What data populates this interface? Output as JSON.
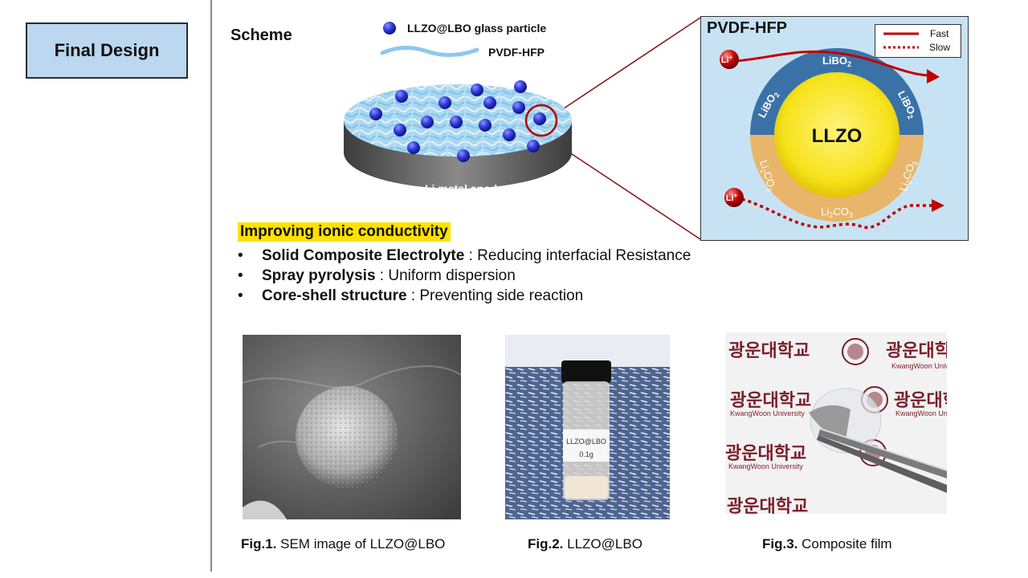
{
  "header": {
    "title": "Final Design"
  },
  "scheme": {
    "label": "Scheme",
    "legend_particle": "LLZO@LBO glass particle",
    "legend_polymer": "PVDF-HFP",
    "anode_label": "Li metal anode"
  },
  "panel": {
    "title": "PVDF-HFP",
    "legend_fast": "Fast",
    "legend_slow": "Slow",
    "core": "LLZO",
    "li_ion": "Li",
    "li_charge": "+",
    "shell_labels": {
      "libo2_base": "LiBO",
      "libo2_sub": "2",
      "li2co3_a": "Li",
      "li2co3_b": "2",
      "li2co3_c": "CO",
      "li2co3_d": "3"
    },
    "colors": {
      "fast": "#c00000",
      "slow": "#c00000",
      "shell_blue": "#3a72a8",
      "shell_orange": "#e8b56a",
      "core": "#f7e81a"
    }
  },
  "highlight": "Improving ionic conductivity",
  "bullets": [
    {
      "bold": "Solid Composite Electrolyte",
      "rest": " : Reducing interfacial Resistance"
    },
    {
      "bold": "Spray pyrolysis",
      "rest": " : Uniform dispersion"
    },
    {
      "bold": "Core-shell structure",
      "rest": " : Preventing side reaction"
    }
  ],
  "bullet_symbol": "•",
  "photo_text": {
    "vial_label_1": "LLZO@LBO",
    "vial_label_2": "0.1g",
    "uni_korean": "광운대학교",
    "uni_english": "KwangWoon University"
  },
  "figures": [
    {
      "bold": "Fig.1.",
      "rest": " SEM image of LLZO@LBO"
    },
    {
      "bold": "Fig.2.",
      "rest": " LLZO@LBO"
    },
    {
      "bold": "Fig.3.",
      "rest": " Composite film"
    }
  ]
}
